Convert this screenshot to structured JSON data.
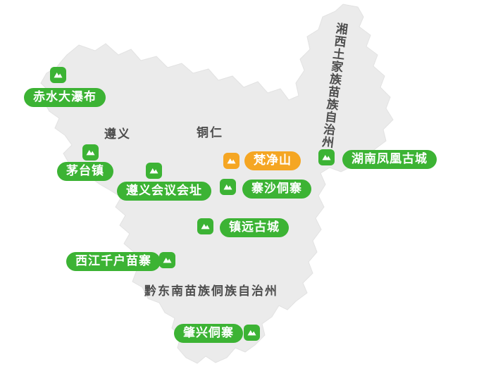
{
  "colors": {
    "green": "#3CB334",
    "orange": "#F5A623",
    "land": "#ebebeb",
    "land_stroke": "#e2e2e2",
    "region_label": "#4d4d4d"
  },
  "region_labels": {
    "zunyi": "遵义",
    "tongren": "铜仁",
    "qiandongnan": "黔东南苗族侗族自治州",
    "xiangxi": "湘西土家族苗族自治州"
  },
  "pois": [
    {
      "label": "赤水大瀑布",
      "color": "green"
    },
    {
      "label": "茅台镇",
      "color": "green"
    },
    {
      "label": "遵义会议会址",
      "color": "green"
    },
    {
      "label": "梵净山",
      "color": "orange"
    },
    {
      "label": "寨沙侗寨",
      "color": "green"
    },
    {
      "label": "湖南凤凰古城",
      "color": "green"
    },
    {
      "label": "镇远古城",
      "color": "green"
    },
    {
      "label": "西江千户苗寨",
      "color": "green"
    },
    {
      "label": "肇兴侗寨",
      "color": "green"
    }
  ]
}
